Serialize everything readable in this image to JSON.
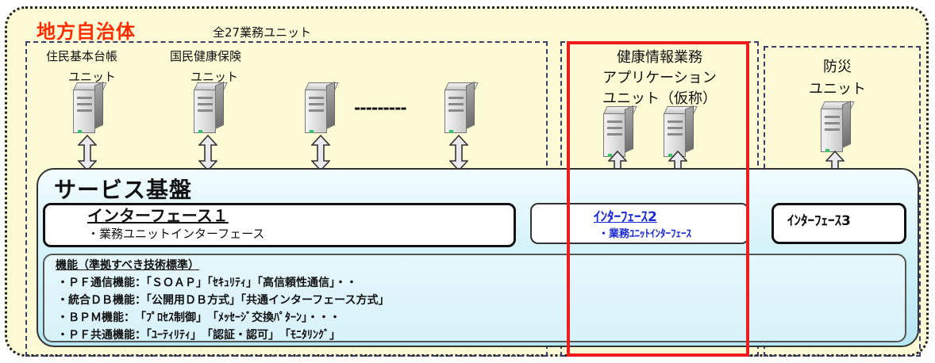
{
  "region": {
    "title": "地方自治体",
    "all_units_label": "全27業務ユニット",
    "separator": "---------"
  },
  "units": [
    {
      "name": "住民基本台帳",
      "sub": "ユニット"
    },
    {
      "name": "国民健康保険",
      "sub": "ユニット"
    }
  ],
  "health_unit": {
    "line1": "健康情報業務",
    "line2": "アプリケーション",
    "line3": "ユニット（仮称）"
  },
  "bosai_unit": {
    "line1": "防災",
    "line2": "ユニット"
  },
  "platform": {
    "title": "サービス基盤",
    "if1": {
      "title": "インターフェース１",
      "sub": "・業務ユニットインターフェース"
    },
    "if2": {
      "title": "ｲﾝﾀｰﾌｪｰｽ2",
      "sub": "・業務ﾕﾆｯﾄｲﾝﾀｰﾌｪｰｽ"
    },
    "if3": {
      "title": "ｲﾝﾀｰﾌｪｰｽ3"
    },
    "functions": {
      "title": "機能（準拠すべき技術標準）",
      "lines": [
        "・ＰＦ通信機能：「ＳＯＡＰ」「ｾｷｭﾘﾃｨ」「高信頼性通信」・・",
        "・統合ＤＢ機能：「公開用ＤＢ方式」「共通インターフェース方式」",
        "・ＢＰＭ機能：　「ﾌﾟﾛｾｽ制御」　「ﾒｯｾｰｼﾞ交換ﾊﾟﾀｰﾝ」・・・",
        "・ＰＦ共通機能：「ﾕｰﾃｨﾘﾃｨ」　「認証・認可」　「ﾓﾆﾀﾘﾝｸﾞ」"
      ]
    }
  }
}
